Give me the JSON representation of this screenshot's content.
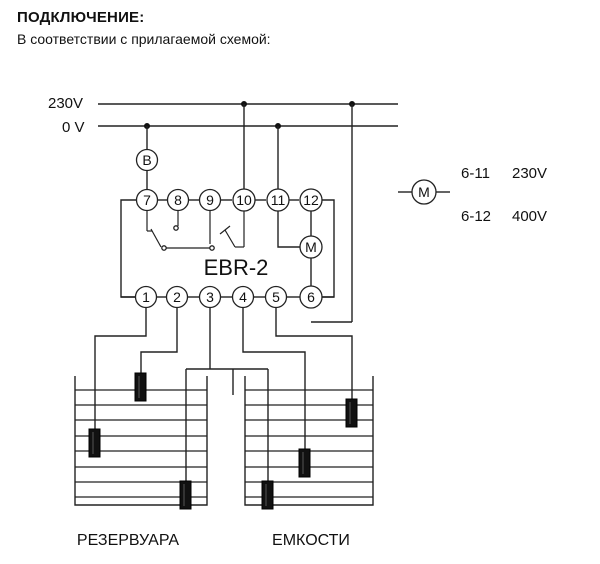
{
  "header": {
    "title": "ПОДКЛЮЧЕНИЕ:",
    "subtitle": "В соответствии с прилагаемой схемой:"
  },
  "supply": {
    "line_230": "230V",
    "line_0": "0 V"
  },
  "top_terminals": {
    "b": "B",
    "t7": "7",
    "t8": "8",
    "t9": "9",
    "t10": "10",
    "t11": "11",
    "t12": "12"
  },
  "device_label": "EBR-2",
  "internal_motor": "M",
  "bottom_terminals": {
    "t1": "1",
    "t2": "2",
    "t3": "3",
    "t4": "4",
    "t5": "5",
    "t6": "6"
  },
  "motor_legend": {
    "symbol": "M",
    "row1_terms": "6-11",
    "row1_volt": "230V",
    "row2_terms": "6-12",
    "row2_volt": "400V"
  },
  "tanks": {
    "left": "РЕЗЕРВУАРА",
    "right": "ЕМКОСТИ"
  }
}
